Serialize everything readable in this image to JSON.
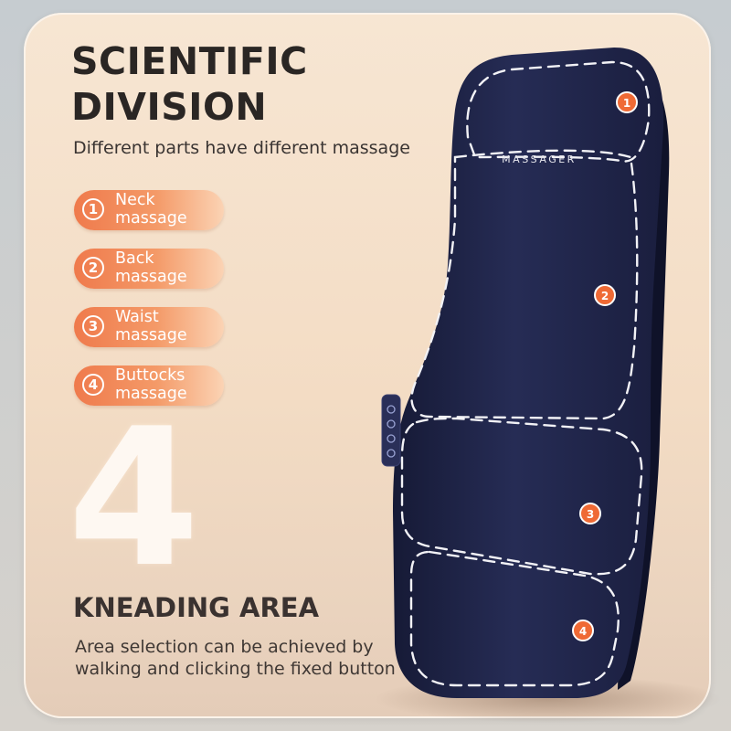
{
  "header": {
    "title": "SCIENTIFIC DIVISION",
    "subtitle": "Different parts have different massage"
  },
  "zones": [
    {
      "number": "1",
      "label": "Neck\nmassage"
    },
    {
      "number": "2",
      "label": "Back\nmassage"
    },
    {
      "number": "3",
      "label": "Waist\nmassage"
    },
    {
      "number": "4",
      "label": "Buttocks\nmassage"
    }
  ],
  "feature": {
    "big_number": "4",
    "heading": "KNEADING AREA",
    "description": "Area selection can be achieved by walking and clicking the fixed button"
  },
  "product": {
    "brand": "MASSAGER",
    "markers": [
      "1",
      "2",
      "3",
      "4"
    ]
  },
  "colors": {
    "accent": "#f07a4a",
    "cushion": "#1e2347",
    "background": "#f5e1cc"
  }
}
